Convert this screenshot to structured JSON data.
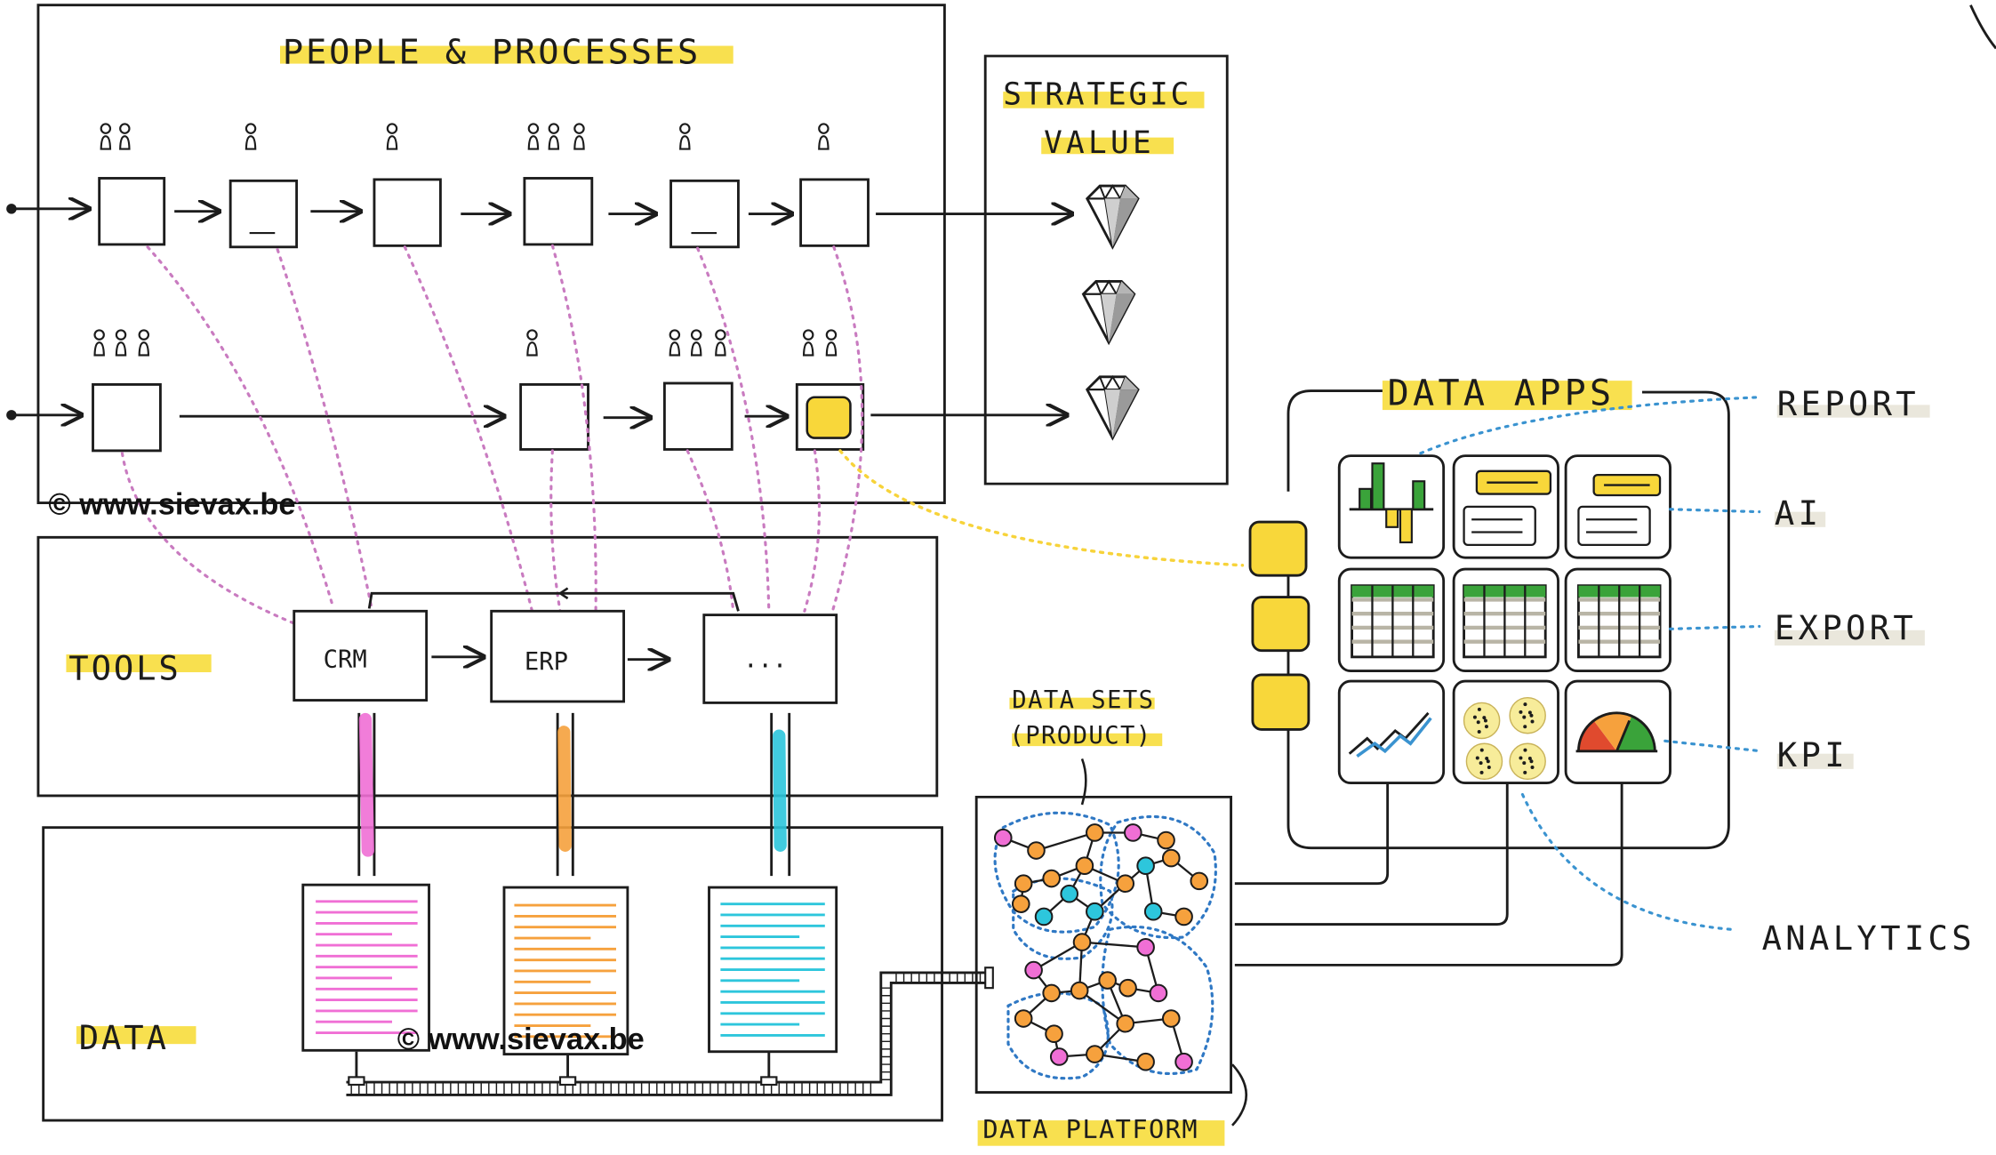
{
  "colors": {
    "highlight": "#f7dd3c",
    "dotted_link": "#c97bc0",
    "blue_link": "#3a93d0",
    "pink": "#f06fd5",
    "orange": "#f6a13d",
    "cyan": "#2dc6dc",
    "green": "#3aa33a",
    "yellow_tile": "#f8d73a",
    "ink": "#1c1c1c"
  },
  "sections": {
    "people_processes": "PEOPLE & PROCESSES",
    "strategic_value_line1": "STRATEGIC",
    "strategic_value_line2": "VALUE",
    "tools": "TOOLS",
    "data": "DATA",
    "data_apps": "DATA APPS",
    "data_sets_line1": "DATA SETS",
    "data_sets_line2": "(PRODUCT)",
    "data_platform": "DATA PLATFORM"
  },
  "tools": [
    {
      "label": "CRM"
    },
    {
      "label": "ERP"
    },
    {
      "label": "..."
    }
  ],
  "app_labels": {
    "report": "REPORT",
    "ai": "AI",
    "export": "EXPORT",
    "kpi": "KPI",
    "analytics": "ANALYTICS"
  },
  "watermark": "© www.sievax.be",
  "icons": {
    "value": "diamond-icon",
    "people": "person-icon",
    "app_chart": "bar-chart-icon",
    "app_table": "table-icon",
    "app_line": "line-chart-icon",
    "app_scatter": "scatter-icon",
    "app_gauge": "gauge-icon"
  }
}
